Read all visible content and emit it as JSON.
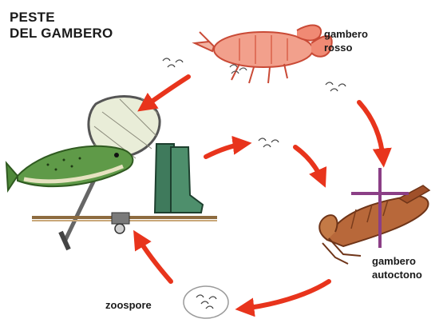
{
  "title": {
    "line1": "PESTE",
    "line2": "DEL GAMBERO"
  },
  "labels": {
    "red_crayfish": {
      "line1": "gambero",
      "line2": "rosso"
    },
    "native_crayfish": {
      "line1": "gambero",
      "line2": "autoctono"
    },
    "zoospores": "zoospore"
  },
  "colors": {
    "arrow": "#e8341c",
    "red_crayfish": "#e9826c",
    "native_crayfish": "#a0502a",
    "cross": "#8b3f86",
    "fish_green": "#4f8a3a",
    "boots": "#3f7a5c"
  }
}
